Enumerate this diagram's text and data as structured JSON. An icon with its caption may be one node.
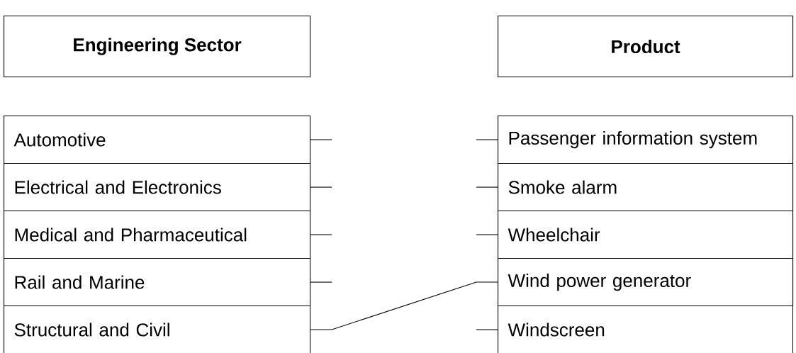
{
  "diagram": {
    "nodes": [
      {
        "text": [
          "Engineering Sector"
        ]
      },
      {
        "text": [
          "Product"
        ]
      },
      {
        "text": [
          "Automotive"
        ]
      },
      {
        "text": [
          "Electrical and Electronics"
        ]
      },
      {
        "text": [
          "Medical and Pharmaceutical"
        ]
      },
      {
        "text": [
          "Rail and Marine"
        ]
      },
      {
        "text": [
          "Structural and Civil"
        ]
      },
      {
        "text": [
          "Passenger information system"
        ]
      },
      {
        "text": [
          "Smoke alarm"
        ]
      },
      {
        "text": [
          "Wheelchair"
        ]
      },
      {
        "text": [
          "Wind power generator"
        ]
      },
      {
        "text": [
          "Windscreen"
        ]
      }
    ],
    "edges": [
      {
        "from": 6,
        "to": 10,
        "arrow": "none"
      }
    ]
  }
}
